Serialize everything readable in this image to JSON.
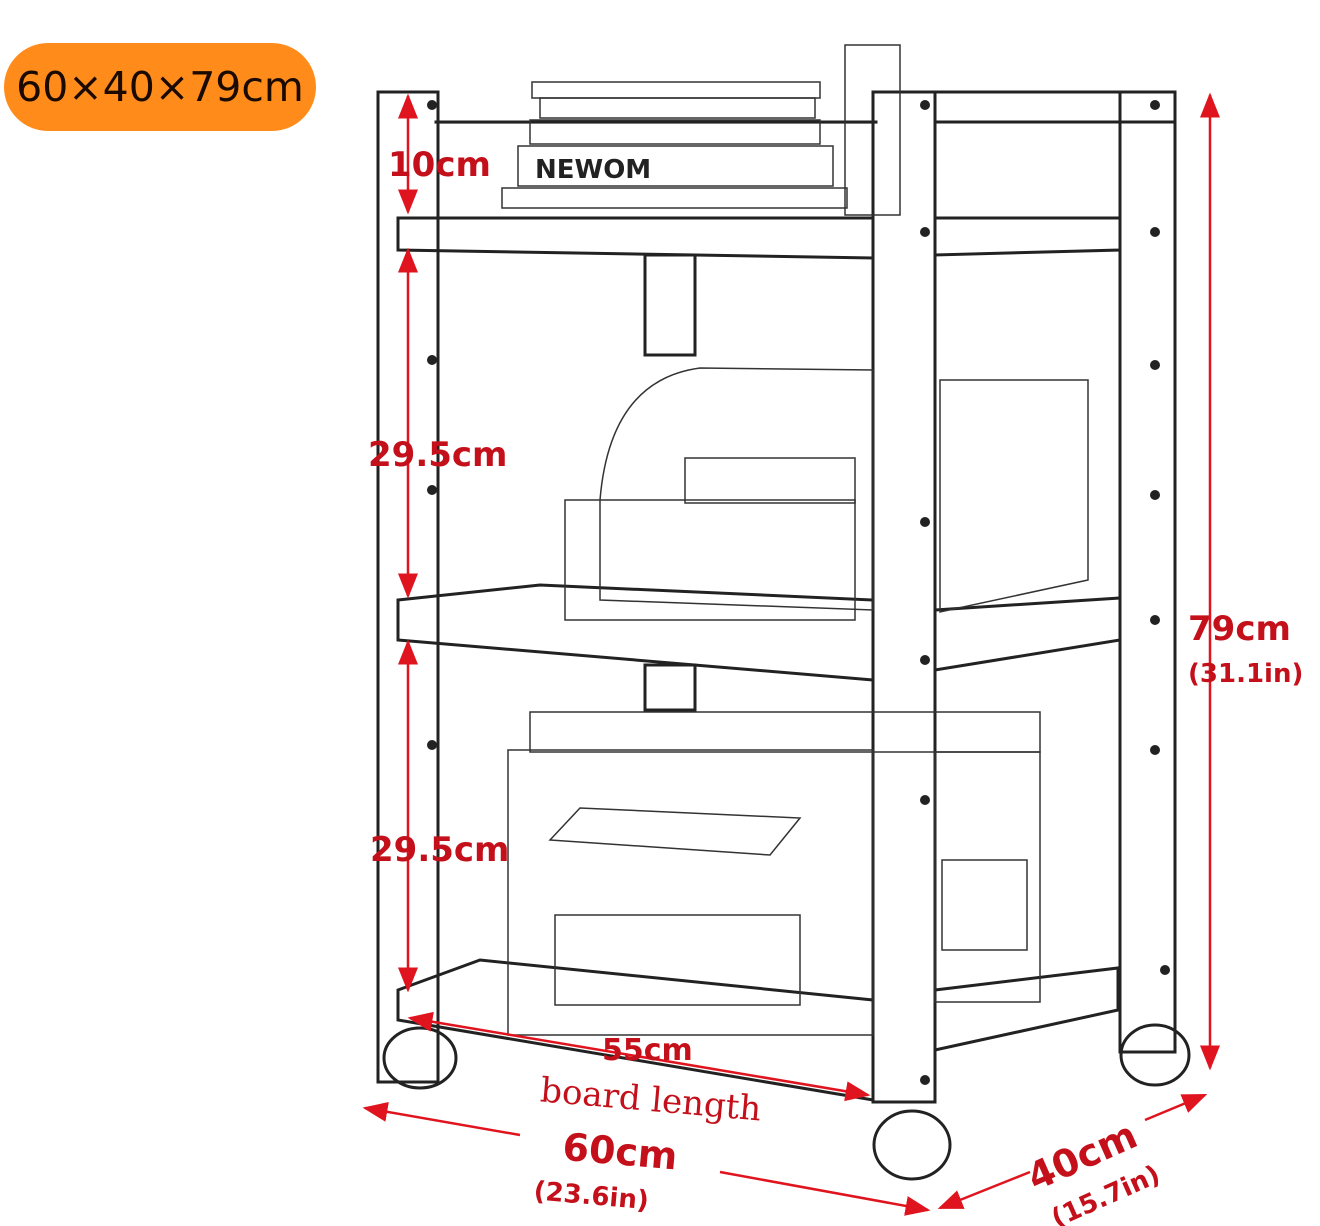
{
  "badge": {
    "text": "60×40×79cm",
    "color": "#ff8c1a"
  },
  "dimensions": {
    "top_gap": "10cm",
    "middle_gap": "29.5cm",
    "bottom_gap": "29.5cm",
    "height_cm": "79cm",
    "height_in": "(31.1in)",
    "board_length_value": "55cm",
    "board_length_label": "board length",
    "width_cm": "60cm",
    "width_in": "(23.6in)",
    "depth_cm": "40cm",
    "depth_in": "(15.7in)"
  },
  "book_spine_text": "NEWOM",
  "colors": {
    "annotation": "#e0141e",
    "outline": "#222222"
  }
}
